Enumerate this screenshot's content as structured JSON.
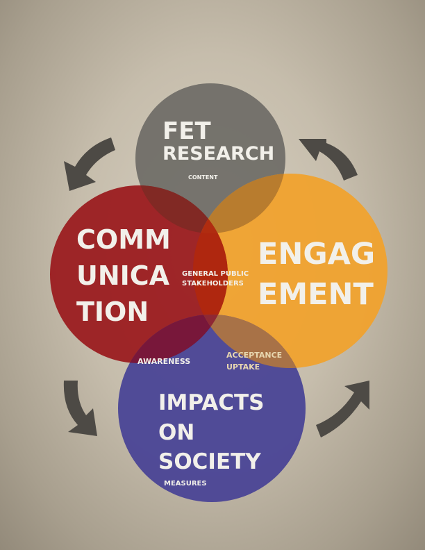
{
  "colors": {
    "background": "#c6bdac",
    "research": "#6e6b66",
    "communication": "#9b1c20",
    "engagement": "#f0a22e",
    "impacts": "#4a4596",
    "arrow": "#4d4a45",
    "label_white": "#f2f0ea",
    "label_overlap": "#e8d7b0"
  },
  "circles": {
    "research": {
      "lines": [
        "FET",
        "RESEARCH"
      ],
      "sub": "CONTENT"
    },
    "communication": {
      "lines": [
        "COMM",
        "UNICA",
        "TION"
      ]
    },
    "engagement": {
      "lines": [
        "ENGAG",
        "EMENT"
      ]
    },
    "impacts": {
      "lines": [
        "IMPACTS",
        "ON",
        "SOCIETY"
      ],
      "sub": "MEASURES"
    }
  },
  "overlaps": {
    "center": [
      "GENERAL PUBLIC",
      "STAKEHOLDERS"
    ],
    "comm_impacts": "AWARENESS",
    "eng_impacts": [
      "ACCEPTANCE",
      "UPTAKE"
    ]
  },
  "arrows": [
    "arrow-top-left",
    "arrow-top-right",
    "arrow-bottom-left",
    "arrow-bottom-right"
  ]
}
